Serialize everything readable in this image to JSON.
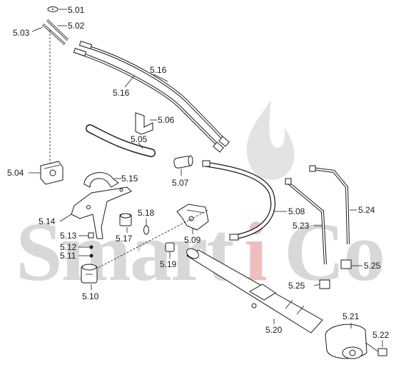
{
  "watermark": {
    "text_a": "Smart",
    "text_b": "i",
    "text_c": "Co",
    "color_gray": "#d9d9d9",
    "color_red": "#e8b9b9"
  },
  "labels": {
    "l501": "5.01",
    "l502": "5.02",
    "l503": "5.03",
    "l504": "5.04",
    "l505": "5.05",
    "l506": "5.06",
    "l507": "5.07",
    "l508": "5.08",
    "l509": "5.09",
    "l510": "5.10",
    "l511": "5.11",
    "l512": "5.12",
    "l513": "5.13",
    "l514": "5.14",
    "l515": "5.15",
    "l516a": "5.16",
    "l516b": "5.16",
    "l517": "5.17",
    "l518": "5.18",
    "l519": "5.19",
    "l520": "5.20",
    "l521": "5.21",
    "l522": "5.22",
    "l523": "5.23",
    "l524": "5.24",
    "l525a": "5.25",
    "l525b": "5.25"
  }
}
